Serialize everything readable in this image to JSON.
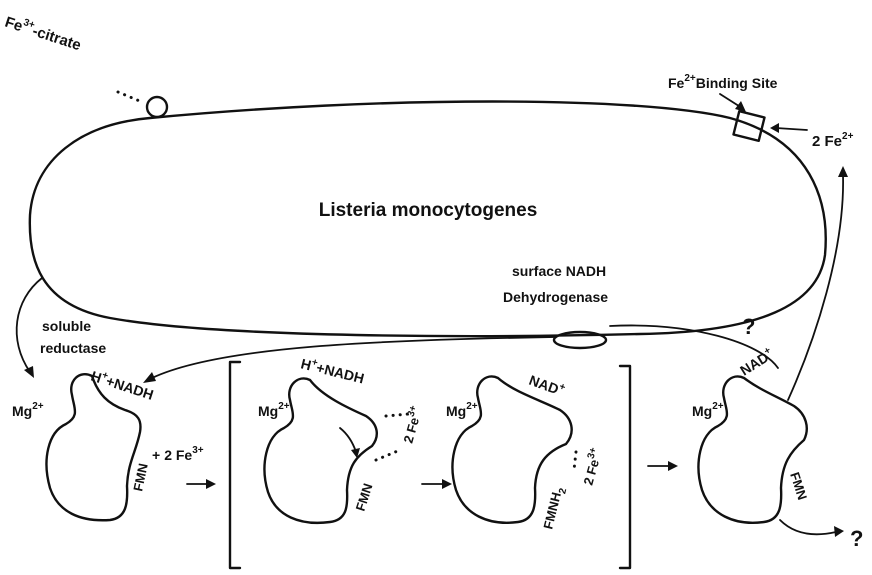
{
  "labels": {
    "fe3_citrate_ion": "Fe",
    "fe3_citrate_charge": "3+",
    "fe3_citrate_tail": "-citrate",
    "organism": "Listeria monocytogenes",
    "binding_site_fe": "Fe",
    "binding_site_charge": "2+",
    "binding_site_text": "Binding Site",
    "incoming_fe_count": "2 Fe",
    "incoming_fe_charge": "2+",
    "surface_enzyme_line1": "surface NADH",
    "surface_enzyme_line2": "Dehydrogenase",
    "soluble_line1": "soluble",
    "soluble_line2": "reductase",
    "question_top": "?",
    "question_bottom": "?",
    "mg": "Mg",
    "mg_charge": "2+",
    "h": "H",
    "plus": "+",
    "nadh": "NADH",
    "nad": "NAD",
    "fmn": "FMN",
    "fmnh": "FMNH",
    "fmnh_sub": "2",
    "two_fe": "2 Fe",
    "fe3_charge": "3+"
  },
  "colors": {
    "ink": "#111111",
    "background": "#ffffff"
  }
}
